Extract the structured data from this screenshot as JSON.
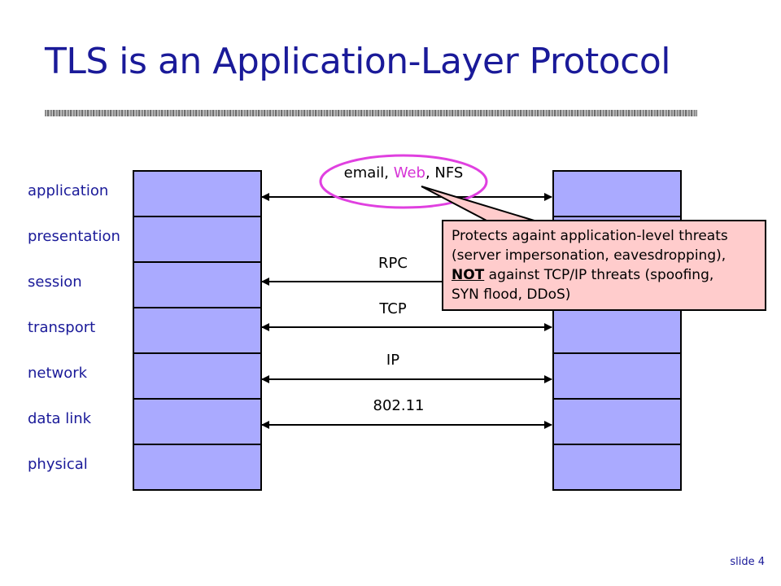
{
  "title": "TLS is an Application-Layer Protocol",
  "layers": [
    "application",
    "presentation",
    "session",
    "transport",
    "network",
    "data link",
    "physical"
  ],
  "protocols": {
    "application": "email, Web, NFS",
    "app_parts": [
      "email, ",
      "Web",
      ", NFS"
    ],
    "session": "RPC",
    "transport": "TCP",
    "network": "IP",
    "data_link": "802.11"
  },
  "callout": {
    "line1": "Protects againt application-level threats",
    "line2": "(server impersonation, eavesdropping),",
    "not_word": "NOT",
    "line3_rest": " against TCP/IP threats (spoofing,",
    "line4": "SYN flood, DDoS)"
  },
  "slide_number": "slide 4",
  "colors": {
    "title": "#1a1a99",
    "layer_label": "#1a1a99",
    "stack_fill": "#aaaaff",
    "web_highlight": "#d633d6",
    "ellipse": "#e040e0",
    "callout_fill": "#ffcccc",
    "slide_number": "#1a1a99"
  }
}
